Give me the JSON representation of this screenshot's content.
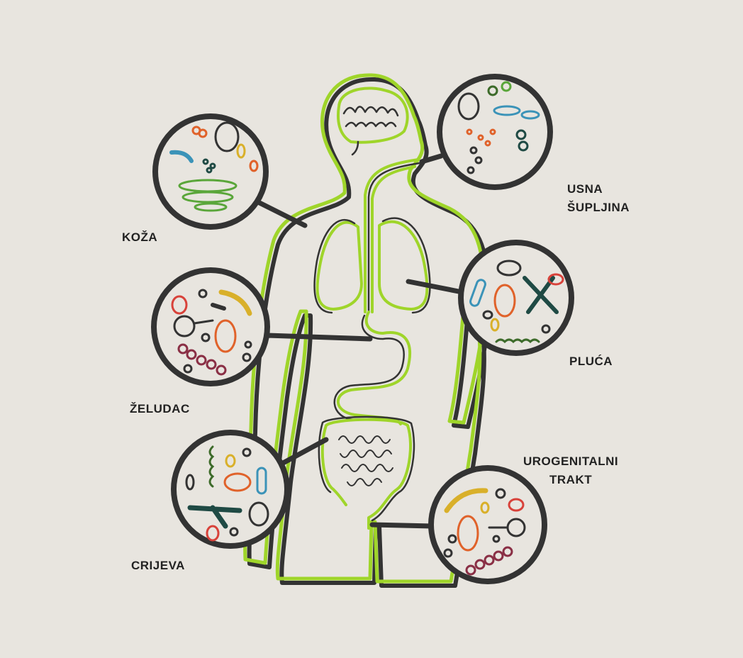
{
  "title": "Ljudski mikrobiom",
  "labels": {
    "skin": "KOŽA",
    "mouth_line1": "USNA",
    "mouth_line2": "ŠUPLJINA",
    "lungs": "PLUĆA",
    "stomach": "ŽELUDAC",
    "urogenital_line1": "UROGENITALNI",
    "urogenital_line2": "TRAKT",
    "intestine": "CRIJEVA"
  },
  "colors": {
    "background": "#e8e5df",
    "body_outline": "#9fd52a",
    "ink": "#333333",
    "microbes": [
      "#e0622a",
      "#3b93b8",
      "#1f4a44",
      "#5aa63a",
      "#d9b02a",
      "#d8423a",
      "#8a2f45",
      "#3d6b2a"
    ]
  }
}
